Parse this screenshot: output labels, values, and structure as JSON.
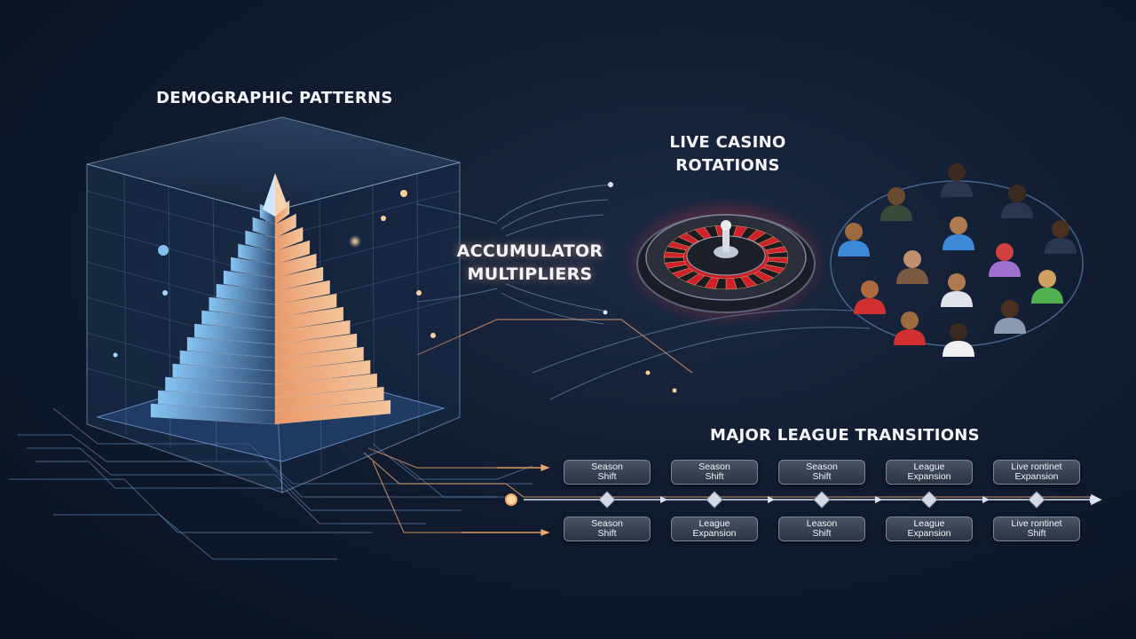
{
  "titles": {
    "demographic": "DEMOGRAPHIC PATTERNS",
    "casino": "LIVE CASINO\nROTATIONS",
    "accumulator": "ACCUMULATOR\nMULTIPLIERS",
    "transitions": "MAJOR LEAGUE TRANSITIONS"
  },
  "timeline": {
    "top_chips": [
      "Season\nShift",
      "Season\nShift",
      "Season\nShift",
      "League\nExpansion",
      "Live rontinet\nExpansion"
    ],
    "bottom_chips": [
      "Season\nShift",
      "League\nExpansion",
      "Leason\nShift",
      "League\nExpansion",
      "Live rontinet\nShift"
    ]
  },
  "colors": {
    "accent_orange": "#f0a56a",
    "accent_blue": "#6fb6f0",
    "roulette_red": "#c8202a",
    "background": "#111c30"
  },
  "icons": [
    "pyramid-chart-icon",
    "roulette-wheel-icon",
    "dealer-avatar-icon",
    "timeline-node-icon"
  ]
}
